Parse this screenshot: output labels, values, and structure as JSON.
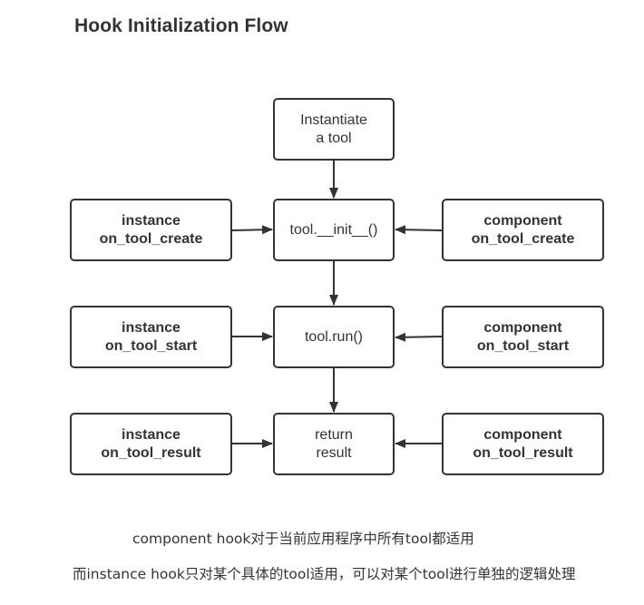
{
  "title": "Hook Initialization Flow",
  "nodes": {
    "instantiate": {
      "lines": [
        "Instantiate",
        "a tool"
      ]
    },
    "init": {
      "lines": [
        "tool.__init__()"
      ]
    },
    "run": {
      "lines": [
        "tool.run()"
      ]
    },
    "return": {
      "lines": [
        "return",
        "result"
      ]
    },
    "instance_create": {
      "lines": [
        "instance",
        "on_tool_create"
      ]
    },
    "instance_start": {
      "lines": [
        "instance",
        "on_tool_start"
      ]
    },
    "instance_result": {
      "lines": [
        "instance",
        "on_tool_result"
      ]
    },
    "component_create": {
      "lines": [
        "component",
        "on_tool_create"
      ]
    },
    "component_start": {
      "lines": [
        "component",
        "on_tool_start"
      ]
    },
    "component_result": {
      "lines": [
        "component",
        "on_tool_result"
      ]
    }
  },
  "edges": [
    {
      "from": "instantiate",
      "to": "init"
    },
    {
      "from": "init",
      "to": "run"
    },
    {
      "from": "run",
      "to": "return"
    },
    {
      "from": "instance_create",
      "to": "init"
    },
    {
      "from": "component_create",
      "to": "init"
    },
    {
      "from": "instance_start",
      "to": "run"
    },
    {
      "from": "component_start",
      "to": "run"
    },
    {
      "from": "instance_result",
      "to": "return"
    },
    {
      "from": "component_result",
      "to": "return"
    }
  ],
  "notes": [
    "component hook对于当前应用程序中所有tool都适用",
    "而instance hook只对某个具体的tool适用，可以对某个tool进行单独的逻辑处理"
  ]
}
